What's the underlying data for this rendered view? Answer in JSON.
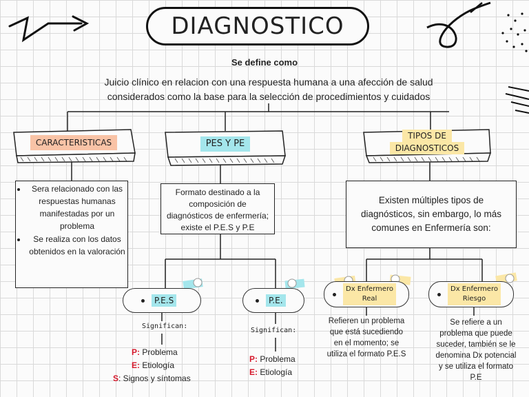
{
  "title": "DIAGNOSTICO",
  "subtitle": "Se define como",
  "definition_line1": "Juicio clínico en relacion con una respuesta humana a una afección de salud",
  "definition_line2": "considerados como la base para la selección de procedimientos y cuidados",
  "branches": {
    "caracteristicas": {
      "header": "CARACTERISTICAS",
      "items": [
        "Sera relacionado con las respuestas humanas manifestadas por un problema",
        "Se realiza con los datos obtenidos en la valoración"
      ]
    },
    "pes": {
      "header": "PES Y PE",
      "description": "Formato destinado a la composición de diagnósticos de enfermería; existe el P.E.S y P.E",
      "pes_label": "P.E.S",
      "pe_label": "P.E.",
      "significan": "Significan:",
      "pes_codes": [
        {
          "letter": "P:",
          "text": " Problema"
        },
        {
          "letter": "E:",
          "text": " Etiología"
        },
        {
          "letter": "S",
          "text": ": Signos y síntomas"
        }
      ],
      "pe_codes": [
        {
          "letter": "P:",
          "text": " Problema"
        },
        {
          "letter": "E:",
          "text": " Etiología"
        }
      ]
    },
    "tipos": {
      "header_line1": "TIPOS DE",
      "header_line2": "DIAGNOSTICOS",
      "description": "Existen múltiples tipos de diagnósticos, sin embargo, lo más comunes en Enfermería son:",
      "real_label_line1": "Dx Enfermero",
      "real_label_line2": "Real",
      "riesgo_label_line1": "Dx Enfermero",
      "riesgo_label_line2": "Riesgo",
      "real_description": "Refieren un problema que está sucediendo en el momento; se utiliza el formato P.E.S",
      "riesgo_description": "Se refiere a un problema que puede suceder, también se le denomina Dx potencial y se utiliza el formato P.E"
    }
  },
  "colors": {
    "caracteristicas_highlight": "#f9c3a6",
    "pes_highlight": "#a4e6ec",
    "tipos_highlight": "#fbe7a6",
    "code_letters": "#d5182b"
  }
}
